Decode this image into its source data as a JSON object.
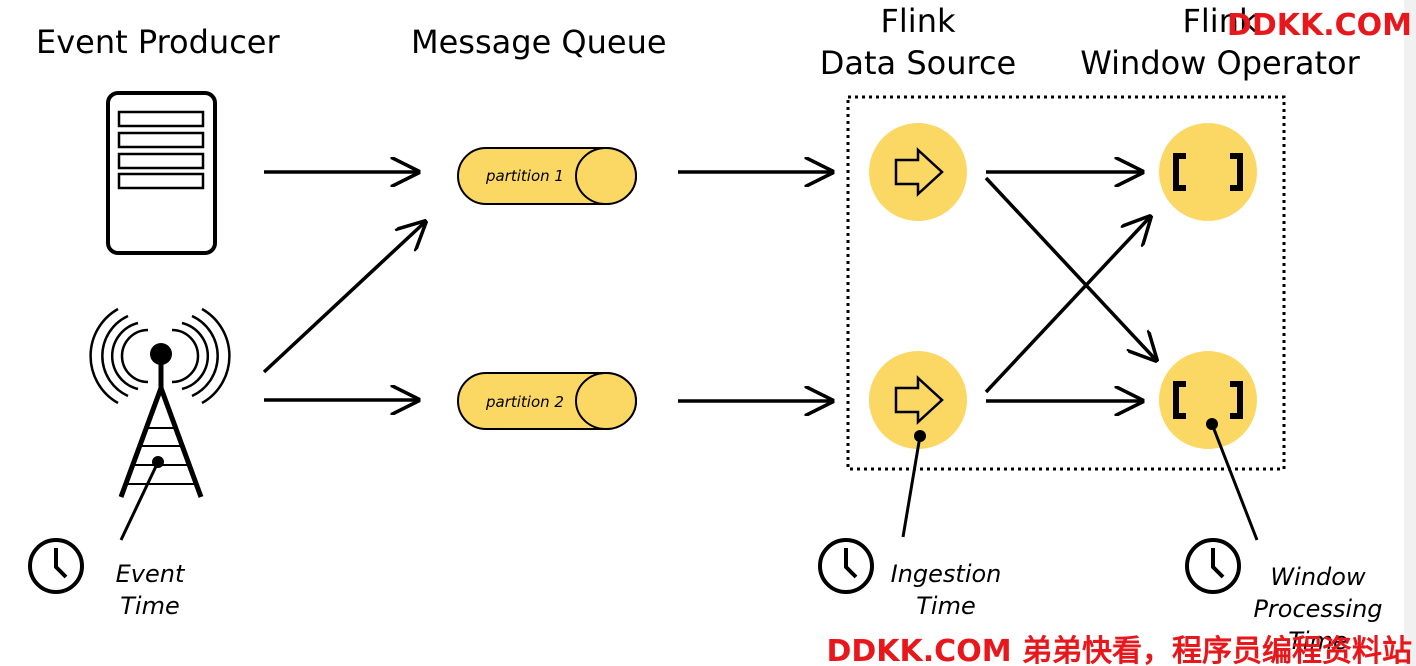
{
  "titles": {
    "producer": "Event Producer",
    "queue": "Message Queue",
    "source_line1": "Flink",
    "source_line2": "Data Source",
    "window_line1": "Flink",
    "window_line2": "Window Operator"
  },
  "partitions": {
    "p1": "partition 1",
    "p2": "partition 2"
  },
  "times": {
    "event_line1": "Event",
    "event_line2": "Time",
    "ingestion_line1": "Ingestion",
    "ingestion_line2": "Time",
    "window_line1": "Window",
    "window_line2": "Processing",
    "window_line3": "Time"
  },
  "watermark": {
    "top": "DDKK.COM",
    "bottom": "DDKK.COM 弟弟快看，程序员编程资料站"
  },
  "colors": {
    "node_fill": "#fbd764",
    "stroke": "#000000",
    "watermark": "#e8171b"
  },
  "icons": {
    "producer": "server-icon",
    "device": "antenna-tower-icon",
    "clock": "clock-icon",
    "source_op": "arrow-right-icon",
    "window_op": "bracket-icon"
  }
}
